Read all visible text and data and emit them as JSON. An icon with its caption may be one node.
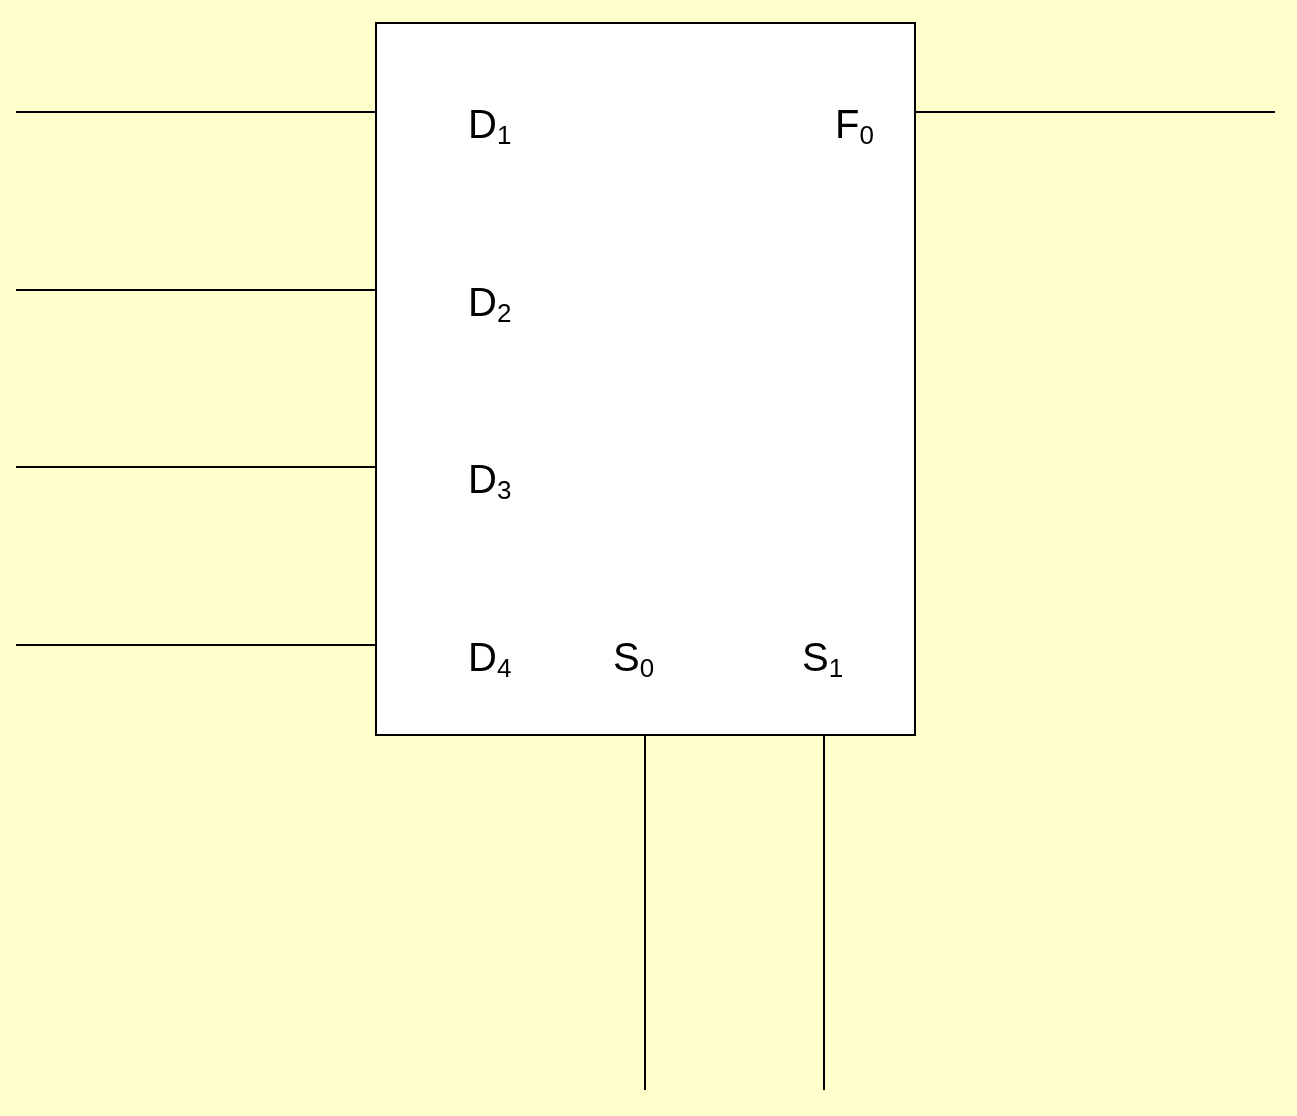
{
  "diagram": {
    "nodes": [
      {
        "text": [],
        "shape": "box"
      },
      {
        "text": [
          "D$_{1}$"
        ],
        "in": 0
      },
      {
        "text": [
          "F$_{0}$"
        ],
        "in": 0
      },
      {
        "text": [
          "D$_{2}$"
        ],
        "in": 0
      },
      {
        "text": [
          "D$_{3}$"
        ],
        "in": 0
      },
      {
        "text": [
          "D$_{4}$"
        ],
        "in": 0
      },
      {
        "text": [
          "S$_{0}$"
        ],
        "in": 0
      },
      {
        "text": [
          "S$_{1}$"
        ],
        "in": 0
      }
    ],
    "edges": [
      {
        "from": null,
        "to": 1,
        "arrow": "none"
      },
      {
        "from": null,
        "to": 3,
        "arrow": "none"
      },
      {
        "from": null,
        "to": 4,
        "arrow": "none"
      },
      {
        "from": null,
        "to": 5,
        "arrow": "none"
      },
      {
        "from": 2,
        "to": null,
        "arrow": "none"
      },
      {
        "from": null,
        "to": 6,
        "arrow": "none"
      },
      {
        "from": null,
        "to": 7,
        "arrow": "none"
      }
    ]
  }
}
